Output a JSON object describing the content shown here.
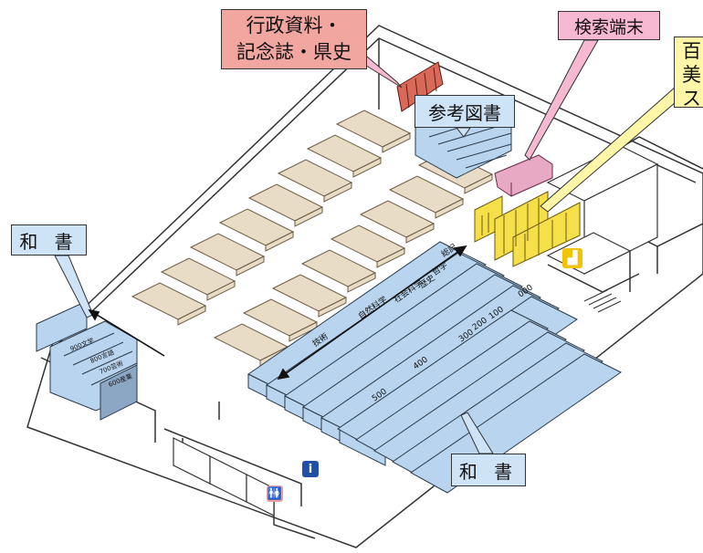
{
  "labels": {
    "gyosei_line1": "行政資料・",
    "gyosei_line2": "記念誌・県史",
    "kensaku": "検索端末",
    "hyakka_line1": "百",
    "hyakka_line2": "美",
    "hyakka_line3": "ス",
    "sanko": "参考図書",
    "washo_left": "和 書",
    "washo_bottom": "和 書"
  },
  "shelf_labels_main": [
    "総記",
    "哲学",
    "歴史",
    "社会科学",
    "自然科学",
    "技術"
  ],
  "shelf_labels_numbers": [
    "000",
    "100",
    "200",
    "300",
    "400",
    "500"
  ],
  "shelf_labels_wall": [
    "900文学",
    "800言語",
    "700芸術",
    "600産業"
  ],
  "icons": {
    "info": "info-icon",
    "restroom": "restroom-icon",
    "stairs": "stairs-icon"
  },
  "colors": {
    "shelf_blue": "#b8d4ee",
    "table_tan": "#e9dcc6",
    "admin_red": "#d96a5a",
    "terminal_pink": "#e8a9c4",
    "encyclopedia_yellow": "#f5e04a",
    "callout_blue": "#cfe3f7"
  }
}
